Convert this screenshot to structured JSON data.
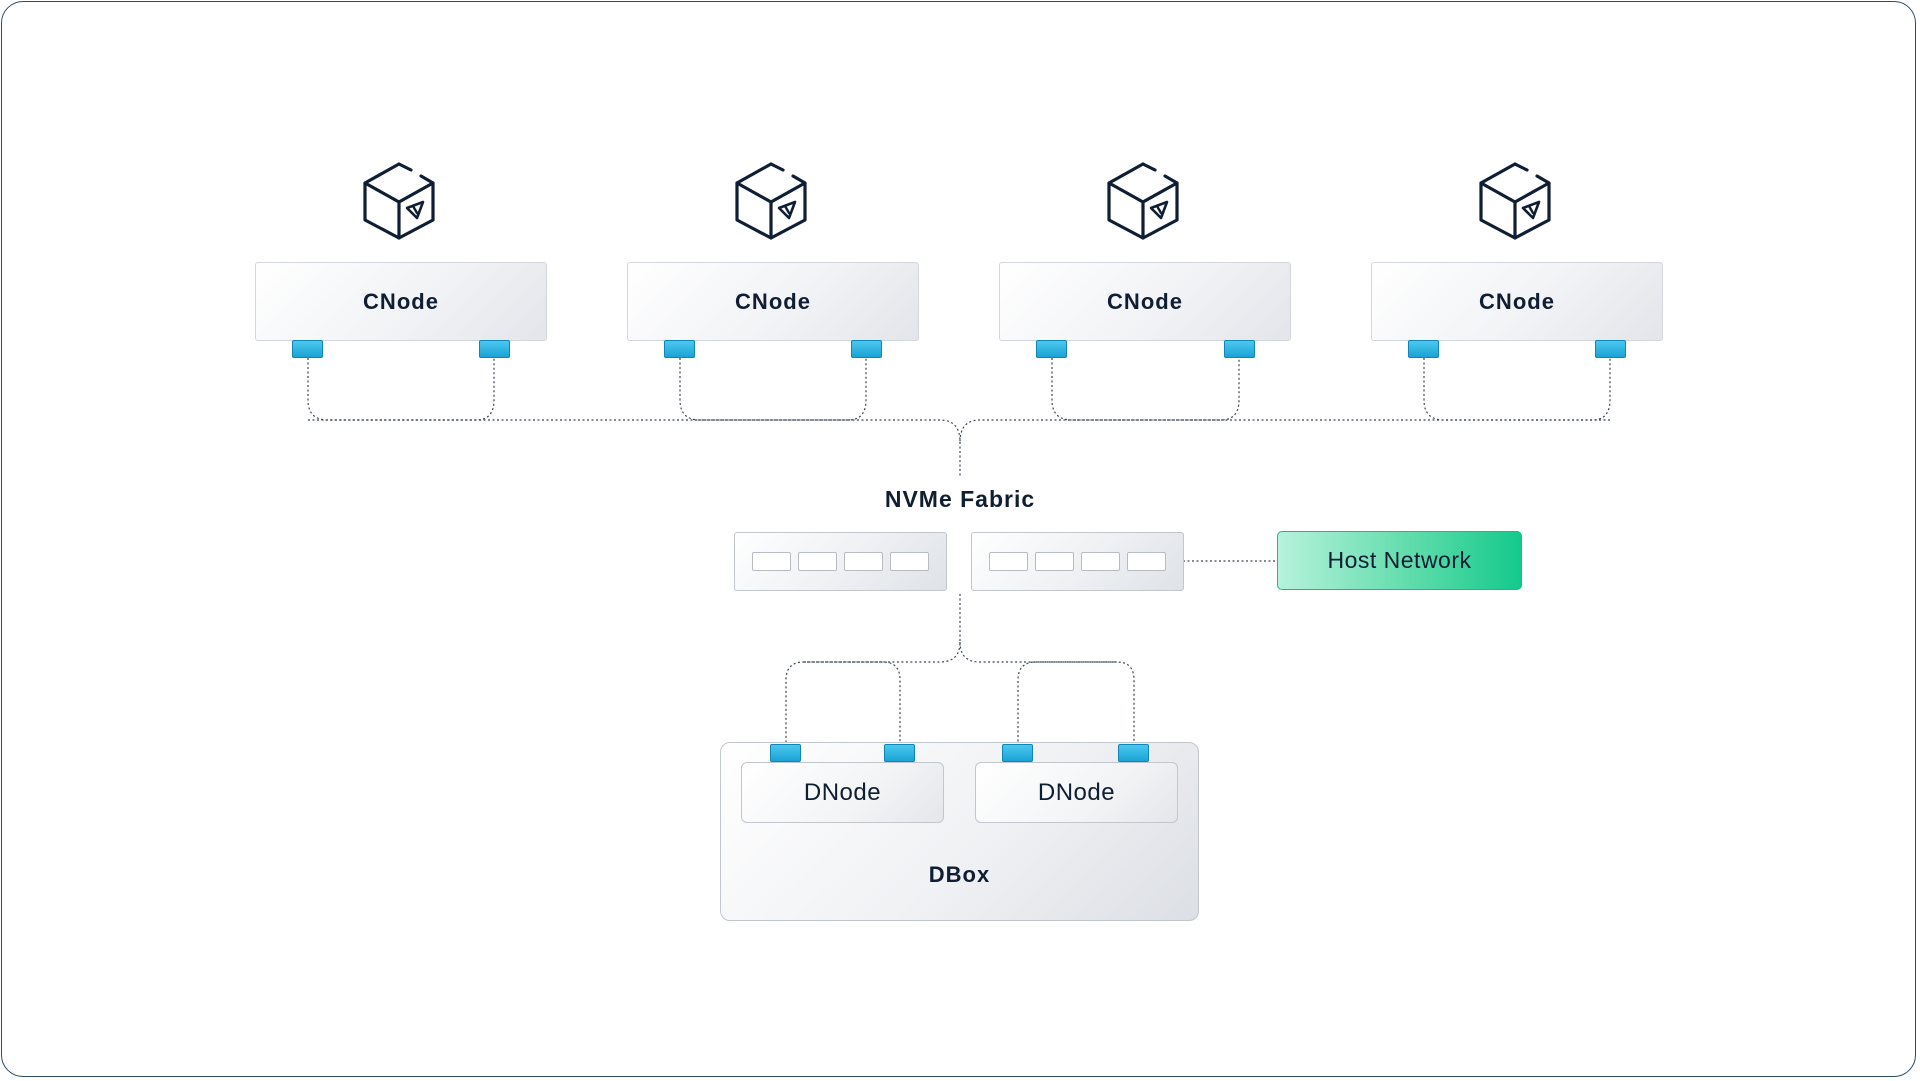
{
  "diagram": {
    "cnodes": [
      {
        "label": "CNode",
        "icon": "cube-icon"
      },
      {
        "label": "CNode",
        "icon": "cube-icon"
      },
      {
        "label": "CNode",
        "icon": "cube-icon"
      },
      {
        "label": "CNode",
        "icon": "cube-icon"
      }
    ],
    "fabric": {
      "label": "NVMe Fabric",
      "switch_count": 2,
      "ports_per_switch": 4
    },
    "host_network": {
      "label": "Host Network"
    },
    "dbox": {
      "label": "DBox",
      "dnodes": [
        {
          "label": "DNode"
        },
        {
          "label": "DNode"
        }
      ]
    }
  },
  "colors": {
    "frame": "#2e4a66",
    "text": "#0f1e33",
    "port": "#1aa3d6",
    "host_network": "#14c98c",
    "wire": "#3b4656"
  }
}
